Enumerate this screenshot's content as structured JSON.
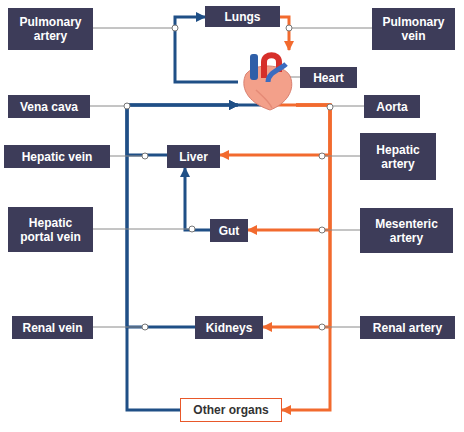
{
  "diagram": {
    "nodes": [
      {
        "text": [
          "Pulmonary artery"
        ]
      },
      {
        "text": [
          "Lungs"
        ]
      },
      {
        "text": [
          "Pulmonary vein"
        ]
      },
      {
        "text": [
          "Heart"
        ]
      },
      {
        "text": [
          "Vena cava"
        ]
      },
      {
        "text": [
          "Aorta"
        ]
      },
      {
        "text": [
          "Hepatic vein"
        ]
      },
      {
        "text": [
          "Liver"
        ]
      },
      {
        "text": [
          "Hepatic artery"
        ]
      },
      {
        "text": [
          "Hepatic portal vein"
        ]
      },
      {
        "text": [
          "Gut"
        ]
      },
      {
        "text": [
          "Mesenteric artery"
        ]
      },
      {
        "text": [
          "Renal vein"
        ]
      },
      {
        "text": [
          "Kidneys"
        ]
      },
      {
        "text": [
          "Renal artery"
        ]
      },
      {
        "text": [
          "Other organs"
        ]
      }
    ],
    "edges": [
      {
        "from": 3,
        "to": 1,
        "arrow": "to"
      },
      {
        "from": 1,
        "to": 3,
        "arrow": "to"
      },
      {
        "from": 3,
        "to": 7,
        "arrow": "to"
      },
      {
        "from": 3,
        "to": 10,
        "arrow": "to"
      },
      {
        "from": 3,
        "to": 13,
        "arrow": "to"
      },
      {
        "from": 3,
        "to": 15,
        "arrow": "to"
      },
      {
        "from": 10,
        "to": 7,
        "arrow": "to"
      },
      {
        "from": 7,
        "to": 3,
        "arrow": "to"
      },
      {
        "from": 13,
        "to": 3,
        "arrow": "to"
      },
      {
        "from": 15,
        "to": 3,
        "arrow": "to"
      }
    ]
  }
}
